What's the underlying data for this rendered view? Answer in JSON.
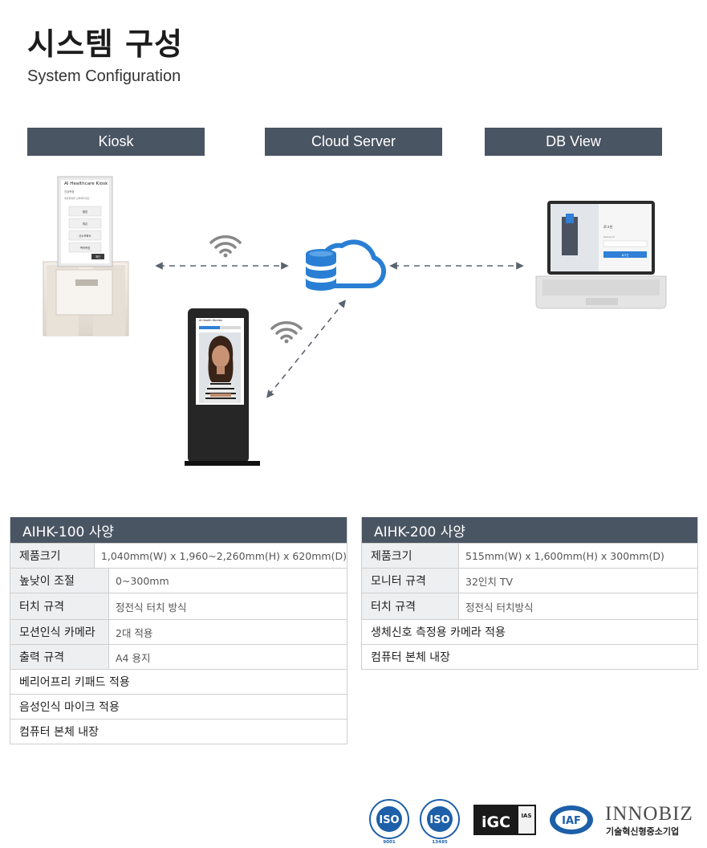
{
  "header": {
    "title": "시스템 구성",
    "subtitle": "System Configuration"
  },
  "diagram": {
    "kiosk_label": "Kiosk",
    "cloud_label": "Cloud Server",
    "db_label": "DB View",
    "kiosk_screen": {
      "title": "AI Healthcare Kiosk",
      "text1": "건강측정",
      "text2": "측정항목을 선택해주세요.",
      "menu": [
        "혈압",
        "체온",
        "산소포화도",
        "맥박측정"
      ],
      "button": "확인"
    },
    "stand_screen": {
      "title": "AI Health Monitor"
    },
    "laptop_screen": {
      "title": "로그인",
      "field": "Password",
      "button": "로그인"
    }
  },
  "spec1": {
    "title": "AIHK-100 사양",
    "rows": [
      {
        "key": "제품크기",
        "value": "1,040mm(W) x 1,960~2,260mm(H) x 620mm(D)"
      },
      {
        "key": "높낮이 조절",
        "value": "0~300mm"
      },
      {
        "key": "터치 규격",
        "value": "정전식 터치 방식"
      },
      {
        "key": "모션인식 카메라",
        "value": "2대 적용"
      },
      {
        "key": "출력 규격",
        "value": "A4 용지"
      }
    ],
    "full_rows": [
      "베리어프리 키패드 적용",
      "음성인식 마이크 적용",
      "컴퓨터 본체 내장"
    ]
  },
  "spec2": {
    "title": "AIHK-200 사양",
    "rows": [
      {
        "key": "제품크기",
        "value": "515mm(W) x 1,600mm(H) x 300mm(D)"
      },
      {
        "key": "모니터 규격",
        "value": "32인치 TV"
      },
      {
        "key": "터치 규격",
        "value": "정전식 터치방식"
      }
    ],
    "full_rows": [
      "생체신호 측정용 카메라 적용",
      "컴퓨터 본체 내장"
    ]
  },
  "certs": {
    "iso1_main": "ISO",
    "iso1_num": "9001",
    "iso2_main": "ISO",
    "iso2_num": "13485",
    "igc": "iGC",
    "ias": "IAS",
    "iaf": "IAF",
    "innobiz": "INNOBIZ",
    "innobiz_sub": "기술혁신형중소기업"
  },
  "colors": {
    "header_bg": "#4a5563",
    "accent_blue": "#2a7fd4",
    "row_key_bg": "#eeeff1",
    "arrow": "#5a6470"
  }
}
